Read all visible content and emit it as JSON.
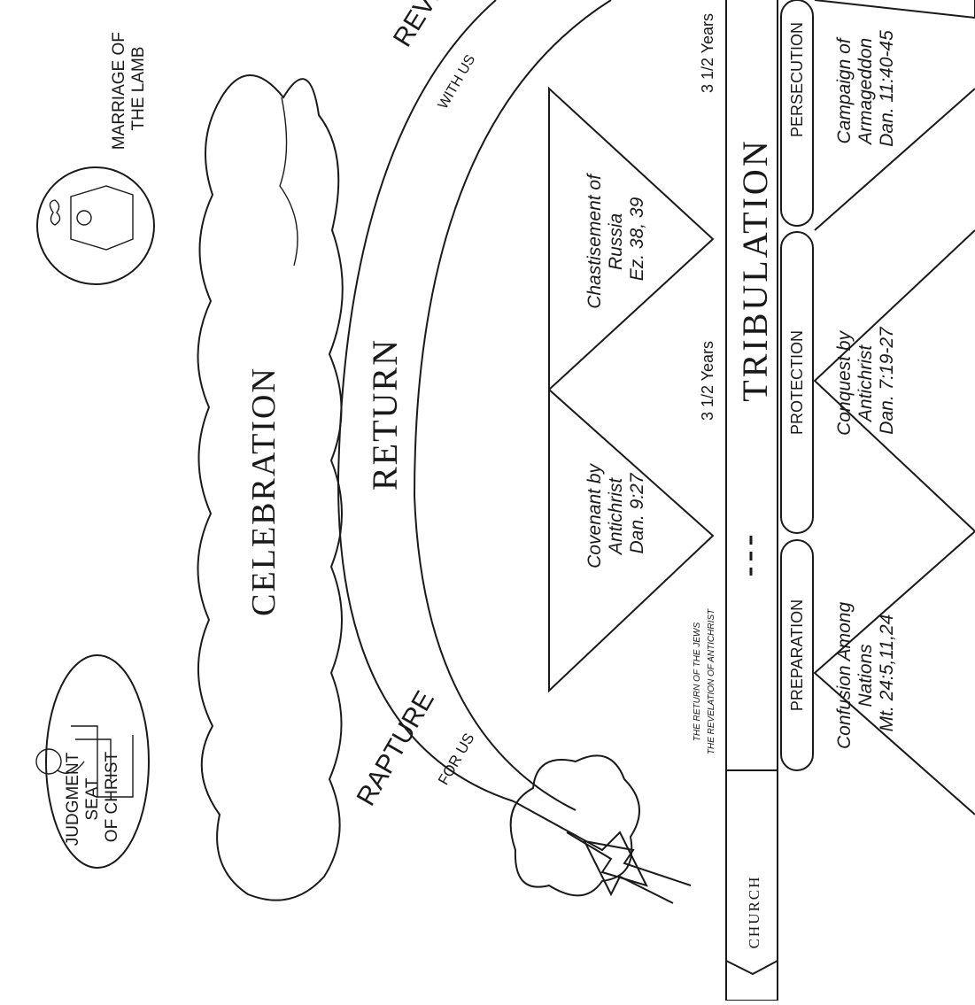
{
  "left": {
    "judgment": [
      "JUDGMENT",
      "SEAT",
      "OF CHRIST"
    ],
    "marriage": [
      "MARRIAGE OF",
      "THE LAMB"
    ],
    "celebration": "CELEBRATION"
  },
  "arc": {
    "rapture": "RAPTURE",
    "for_us": "FOR US",
    "return": "RETURN",
    "with_us": "WITH US",
    "revelation": "REVELATION"
  },
  "timeline": {
    "church": "CHURCH",
    "tribulation": "TRIBULATION",
    "years_first": "3 1/2 Years",
    "years_second": "3 1/2 Years",
    "notes": [
      "THE RETURN OF THE JEWS",
      "THE REVELATION OF ANTICHRIST"
    ]
  },
  "upper_events": [
    {
      "lines": [
        "Covenant by",
        "Antichrist",
        "Dan. 9:27"
      ]
    },
    {
      "lines": [
        "Chastisement of",
        "Russia",
        "Ez. 38, 39"
      ]
    }
  ],
  "phases": [
    "PREPARATION",
    "PROTECTION",
    "PERSECUTION"
  ],
  "lower_events": [
    {
      "lines": [
        "Confusion Among",
        "Nations",
        "Mt. 24:5,11,24"
      ]
    },
    {
      "lines": [
        "Conquest by",
        "Antichrist",
        "Dan. 7:19-27"
      ]
    },
    {
      "lines": [
        "Campaign of",
        "Armageddon",
        "Dan. 11:40-45"
      ]
    }
  ]
}
